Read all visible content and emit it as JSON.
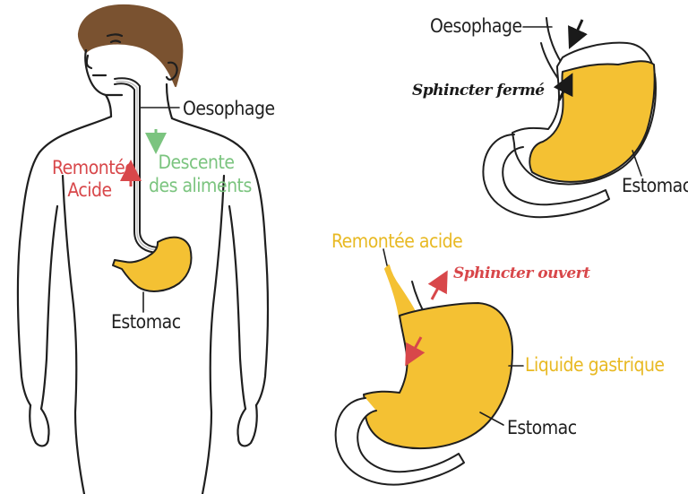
{
  "colors": {
    "stomach_fill": "#f4c133",
    "outline": "#1f1f1f",
    "hair": "#7a5230",
    "ascent_red": "#d8474a",
    "descent_green": "#7bc47f",
    "acid_yellow": "#e8b923",
    "open_sphincter_red": "#d8474a",
    "closed_sphincter_black": "#1a1a1a"
  },
  "left_figure": {
    "oesophagus_label": "Oesophage",
    "ascent_label_line1": "Remontée",
    "ascent_label_line2": "Acide",
    "descent_label_line1": "Descente",
    "descent_label_line2": "des aliments",
    "stomach_label": "Estomac"
  },
  "top_right_figure": {
    "oesophagus_label": "Oesophage",
    "sphincter_label": "Sphincter fermé",
    "stomach_label": "Estomac"
  },
  "bottom_right_figure": {
    "acid_label": "Remontée acide",
    "sphincter_label": "Sphincter ouvert",
    "gastric_label": "Liquide gastrique",
    "stomach_label": "Estomac"
  }
}
